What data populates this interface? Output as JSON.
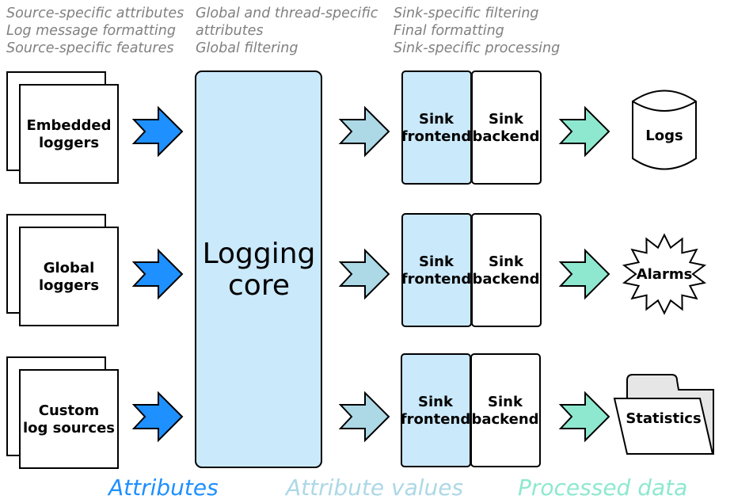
{
  "notes": {
    "sources": [
      "Source-specific attributes",
      "Log message formatting",
      "Source-specific features"
    ],
    "core": [
      "Global and thread-specific",
      "attributes",
      "Global filtering"
    ],
    "sinks": [
      "Sink-specific filtering",
      "Final formatting",
      "Sink-specific processing"
    ]
  },
  "sources": [
    {
      "line1": "Embedded",
      "line2": "loggers"
    },
    {
      "line1": "Global",
      "line2": "loggers"
    },
    {
      "line1": "Custom",
      "line2": "log sources"
    }
  ],
  "core": {
    "line1": "Logging",
    "line2": "core"
  },
  "sinks": [
    {
      "frontend": [
        "Sink",
        "frontend"
      ],
      "backend": [
        "Sink",
        "backend"
      ]
    },
    {
      "frontend": [
        "Sink",
        "frontend"
      ],
      "backend": [
        "Sink",
        "backend"
      ]
    },
    {
      "frontend": [
        "Sink",
        "frontend"
      ],
      "backend": [
        "Sink",
        "backend"
      ]
    }
  ],
  "outputs": {
    "logs": "Logs",
    "alarms": "Alarms",
    "statistics": "Statistics"
  },
  "legend": {
    "attributes": "Attributes",
    "attribute_values": "Attribute values",
    "processed_data": "Processed data"
  },
  "colors": {
    "attributes": "#1e90ff",
    "attribute_values": "#add8e6",
    "processed_data": "#8ee8cf",
    "core_fill": "#cae9fb",
    "folder_tab": "#e6e6e6"
  }
}
